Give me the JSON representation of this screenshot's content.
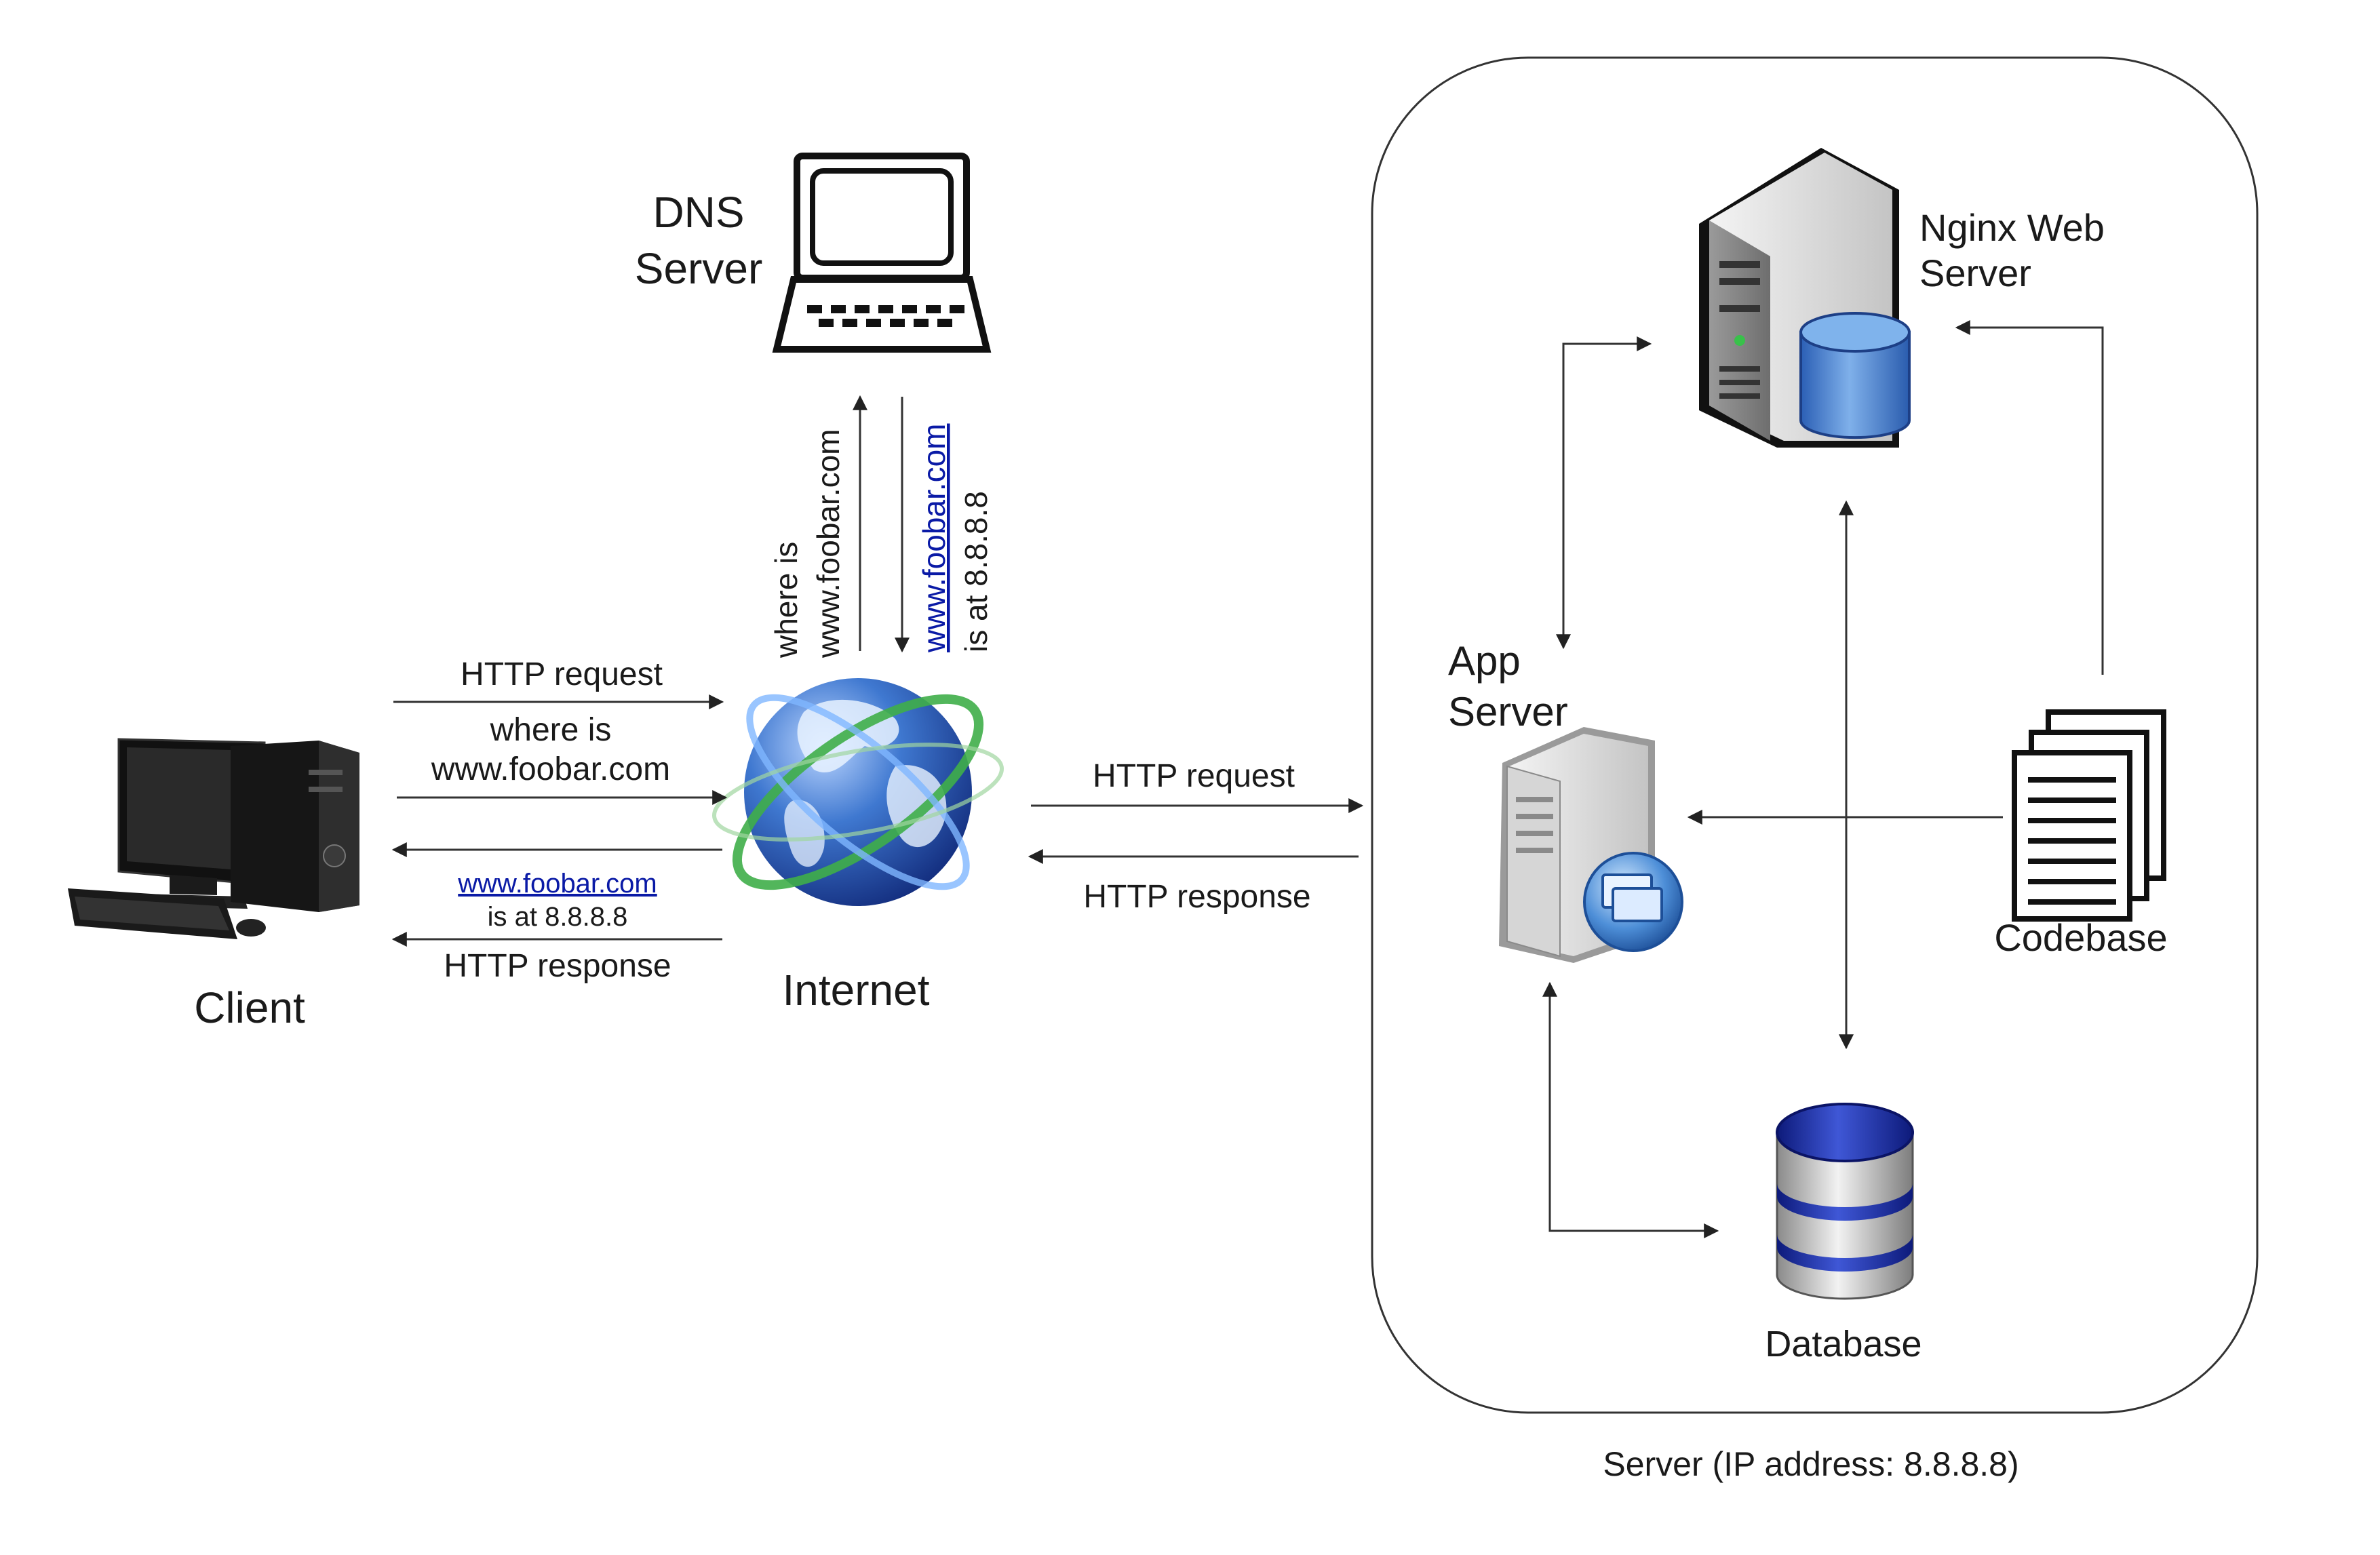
{
  "nodes": {
    "client": "Client",
    "internet": "Internet",
    "dns_line1": "DNS",
    "dns_line2": "Server",
    "nginx_line1": "Nginx Web",
    "nginx_line2": "Server",
    "app_line1": "App",
    "app_line2": "Server",
    "codebase": "Codebase",
    "database": "Database"
  },
  "edges": {
    "client_http_request": "HTTP request",
    "client_where_line1": "where is",
    "client_where_line2": "www.foobar.com",
    "client_answer_link": "www.foobar.com",
    "client_answer_line2": "is at 8.8.8.8",
    "client_http_response": "HTTP response",
    "dns_query_line1": "where is",
    "dns_query_line2": "www.foobar.com",
    "dns_answer_link": "www.foobar.com",
    "dns_answer_line2": "is at 8.8.8.8",
    "server_http_request": "HTTP request",
    "server_http_response": "HTTP response"
  },
  "server_box_caption": "Server (IP address: 8.8.8.8)",
  "colors": {
    "link": "#0a1aa6",
    "globe_blue": "#2f5fb3",
    "db_blue": "#1c2fa8",
    "cylinder_blue": "#3a6fc4",
    "arc_green": "#3fae49"
  },
  "icons": [
    "desktop-computer-icon",
    "globe-icon",
    "laptop-icon",
    "tower-server-with-database-icon",
    "tower-server-with-windows-icon",
    "documents-stack-icon",
    "database-cylinder-icon"
  ]
}
